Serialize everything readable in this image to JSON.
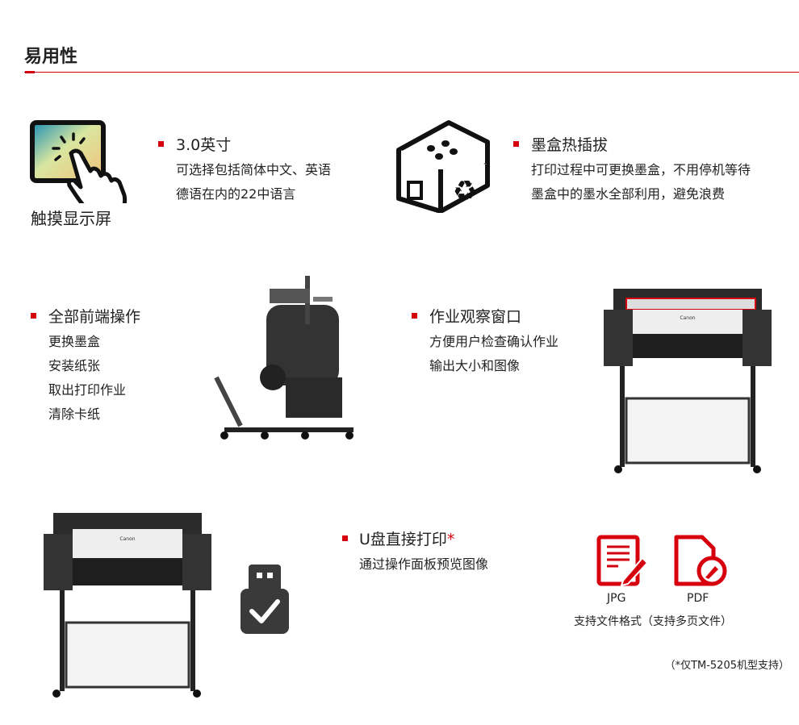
{
  "section_title": "易用性",
  "touch": {
    "icon_label": "触摸显示屏",
    "heading": "3.0英寸",
    "lines": [
      "可选择包括简体中文、英语",
      "德语在内的22中语言"
    ]
  },
  "ink": {
    "heading": "墨盒热插拔",
    "lines": [
      "打印过程中可更换墨盒，不用停机等待",
      "墨盒中的墨水全部利用，避免浪费"
    ]
  },
  "front_ops": {
    "heading": "全部前端操作",
    "items": [
      "更换墨盒",
      "安装纸张",
      "取出打印作业",
      "清除卡纸"
    ]
  },
  "window": {
    "heading": "作业观察窗口",
    "lines": [
      "方便用户检查确认作业",
      "输出大小和图像"
    ]
  },
  "usb": {
    "heading": "U盘直接打印",
    "asterisk": "*",
    "lines": [
      "通过操作面板预览图像"
    ],
    "formats": [
      "JPG",
      "PDF"
    ],
    "caption": "支持文件格式（支持多页文件）",
    "note": "（*仅TM-5205机型支持）"
  },
  "printer_brand": "Canon",
  "colors": {
    "accent": "#d7000f",
    "text": "#222222"
  }
}
